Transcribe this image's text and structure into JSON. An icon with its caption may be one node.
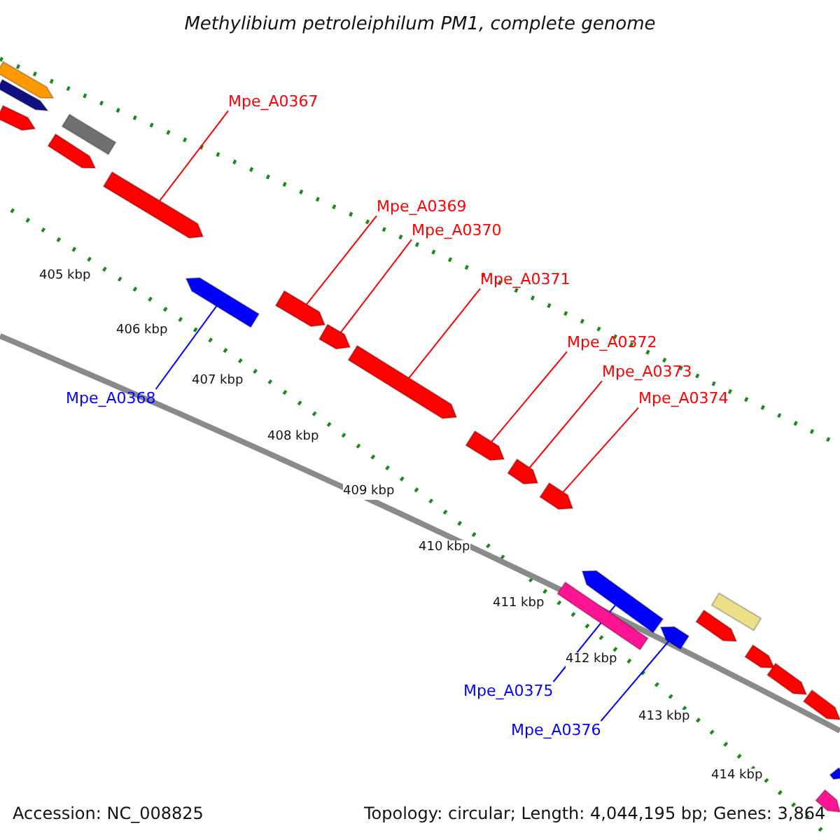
{
  "diagram": {
    "title": "Methylibium petroleiphilum PM1, complete genome",
    "nodes": [
      {
        "text": [
          "Mpe_A0367"
        ]
      },
      {
        "text": [
          "Mpe_A0369"
        ]
      },
      {
        "text": [
          "Mpe_A0370"
        ]
      },
      {
        "text": [
          "Mpe_A0371"
        ]
      },
      {
        "text": [
          "Mpe_A0372"
        ]
      },
      {
        "text": [
          "Mpe_A0373"
        ]
      },
      {
        "text": [
          "Mpe_A0374"
        ]
      },
      {
        "text": [
          "Mpe_A0368"
        ]
      },
      {
        "text": [
          "Mpe_A0375"
        ]
      },
      {
        "text": [
          "Mpe_A0376"
        ]
      },
      {
        "text": [],
        "shape": "arrow"
      },
      {
        "text": [],
        "shape": "arrow"
      },
      {
        "text": [],
        "shape": "arrow"
      },
      {
        "text": [],
        "shape": "bar"
      },
      {
        "text": [],
        "shape": "arrow"
      },
      {
        "text": [],
        "shape": "arrow"
      },
      {
        "text": [],
        "shape": "arrow"
      },
      {
        "text": [],
        "shape": "arrow"
      },
      {
        "text": [],
        "shape": "arrow"
      },
      {
        "text": [],
        "shape": "arrow"
      },
      {
        "text": [],
        "shape": "arrow"
      },
      {
        "text": [],
        "shape": "arrow"
      },
      {
        "text": [],
        "shape": "arrow"
      },
      {
        "text": [],
        "shape": "bar"
      },
      {
        "text": [],
        "shape": "arrow"
      },
      {
        "text": [],
        "shape": "arrow"
      },
      {
        "text": [],
        "shape": "bar"
      },
      {
        "text": [],
        "shape": "arrow"
      },
      {
        "text": [],
        "shape": "arrow"
      },
      {
        "text": [],
        "shape": "arrow"
      },
      {
        "text": [],
        "shape": "arrow"
      },
      {
        "text": [],
        "shape": "arrow"
      },
      {
        "text": [],
        "shape": "arrow"
      }
    ],
    "edges": [
      {
        "from": 0,
        "to": 15,
        "arrow": "none"
      },
      {
        "from": 1,
        "to": 17,
        "arrow": "none"
      },
      {
        "from": 2,
        "to": 18,
        "arrow": "none"
      },
      {
        "from": 3,
        "to": 19,
        "arrow": "none"
      },
      {
        "from": 4,
        "to": 20,
        "arrow": "none"
      },
      {
        "from": 5,
        "to": 21,
        "arrow": "none"
      },
      {
        "from": 6,
        "to": 22,
        "arrow": "none"
      },
      {
        "from": 7,
        "to": 16,
        "arrow": "none",
        "color": "#0000ff"
      },
      {
        "from": 8,
        "to": 24,
        "arrow": "none",
        "color": "#0000ff"
      },
      {
        "from": 9,
        "to": 25,
        "arrow": "none",
        "color": "#0000ff"
      }
    ],
    "labels": [
      "405 kbp",
      "406 kbp",
      "407 kbp",
      "408 kbp",
      "409 kbp",
      "410 kbp",
      "411 kbp",
      "412 kbp",
      "413 kbp",
      "414 kbp",
      "Accession: NC_008825",
      "Topology: circular; Length: 4,044,195 bp; Genes: 3,864"
    ]
  }
}
